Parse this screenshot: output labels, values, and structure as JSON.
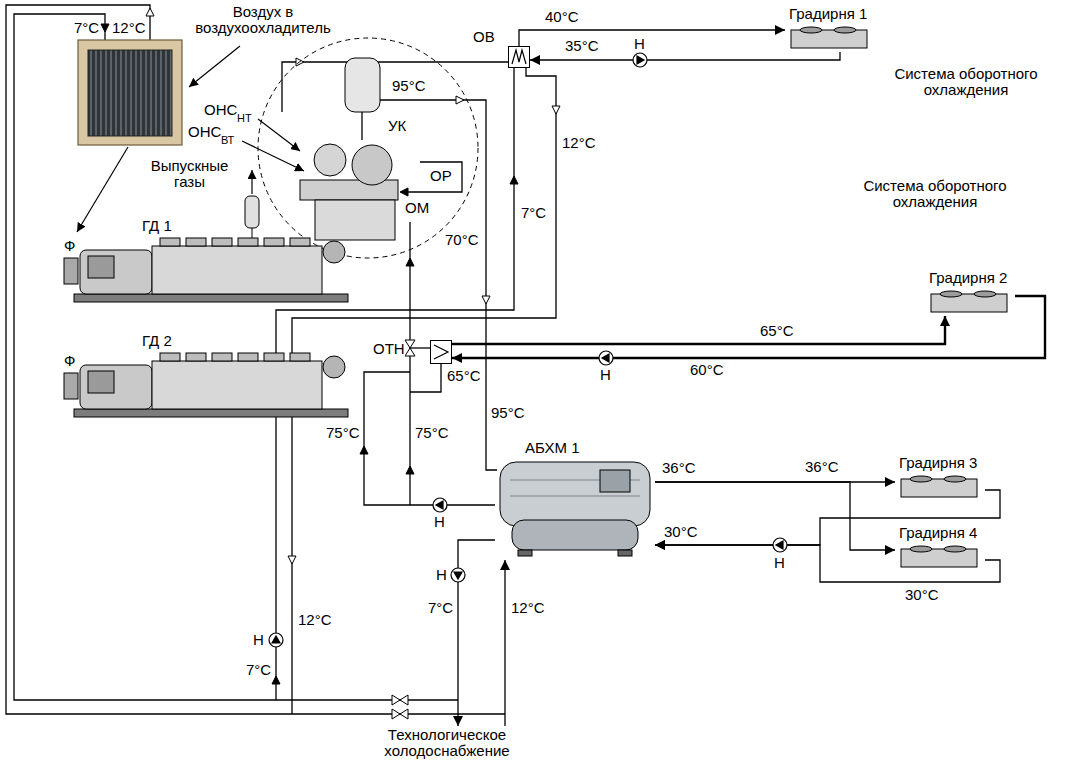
{
  "diagram": {
    "nodes": [
      {
        "text": [
          "ОВ"
        ]
      },
      {
        "text": [
          "Градирня 1"
        ]
      },
      {
        "text": [
          "ОТН"
        ]
      },
      {
        "text": [
          "Градирня 2"
        ]
      },
      {
        "text": [
          "Ф",
          "ГД 1"
        ]
      },
      {
        "text": [
          "Ф",
          "ГД 2"
        ]
      },
      {
        "text": [
          "АБХМ 1"
        ]
      },
      {
        "text": [
          "Градирня 3"
        ]
      },
      {
        "text": [
          "Градирня 4"
        ]
      },
      {
        "text": [
          "Технологическое холодоснабжение"
        ]
      }
    ],
    "edges": [
      {
        "from": 0,
        "to": 1,
        "label": "40°C",
        "arrow": "to"
      },
      {
        "from": 1,
        "to": 0,
        "label": "35°C",
        "arrow": "to"
      },
      {
        "from": 2,
        "to": 3,
        "label": "65°C",
        "arrow": "to"
      },
      {
        "from": 3,
        "to": 2,
        "label": "60°C",
        "arrow": "to"
      },
      {
        "from": 6,
        "to": 7,
        "label": "36°C",
        "arrow": "to"
      },
      {
        "from": 6,
        "to": 8,
        "arrow": "to"
      },
      {
        "from": 7,
        "to": 6,
        "label": "30°C",
        "arrow": "to"
      },
      {
        "from": 8,
        "to": 6,
        "label": "30°C",
        "arrow": "to"
      },
      {
        "from": 6,
        "to": 9,
        "label": "7°C",
        "arrow": "to"
      },
      {
        "from": 9,
        "to": 6,
        "label": "12°C",
        "arrow": "to"
      }
    ],
    "labels": [
      "7°C",
      "12°C",
      "Воздух в воздухоохладитель",
      "ОНС",
      "НТ",
      "ОНС",
      "ВТ",
      "Выпускные газы",
      "95°C",
      "УК",
      "ОР",
      "ОМ",
      "70°C",
      "Н",
      "Система оборотного охлаждения",
      "12°C",
      "7°C",
      "Система оборотного охлаждения",
      "Н",
      "65°C",
      "75°C",
      "75°C",
      "95°C",
      "Н",
      "36°C",
      "Н",
      "Н",
      "Н",
      "12°C",
      "7°C"
    ]
  }
}
